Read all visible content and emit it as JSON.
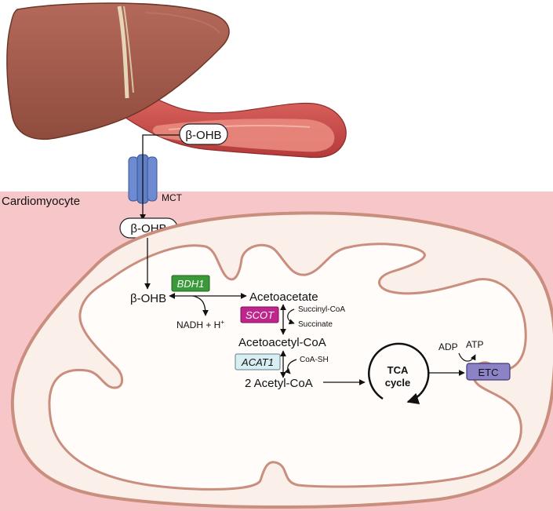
{
  "cell_label": "Cardiomyocyte",
  "transporter_label": "MCT",
  "blood_metabolite": "β-OHB",
  "cytosol_metabolite": "β-OHB",
  "mito": {
    "bohb": "β-OHB",
    "nadh": "NADH + H",
    "nadh_sup": "+",
    "acetoacetate": "Acetoacetate",
    "succinyl_coa": "Succinyl-CoA",
    "succinate": "Succinate",
    "acetoacetyl_coa": "Acetoacetyl-CoA",
    "coa_sh": "CoA-SH",
    "acetyl_coa": "2 Acetyl-CoA",
    "tca_line1": "TCA",
    "tca_line2": "cycle",
    "adp": "ADP",
    "atp": "ATP",
    "etc": "ETC"
  },
  "enzymes": {
    "bdh1": "BDH1",
    "scot": "SCOT",
    "acat1": "ACAT1"
  },
  "colors": {
    "cell_bg": "#f6c6c8",
    "mito_fill": "#fbefea",
    "mito_stroke": "#c98e7d",
    "liver": "#a55d4a",
    "vessel": "#c94a4a",
    "bdh1": "#3a9a3a",
    "scot": "#c0258b",
    "acat1": "#d9eef2",
    "etc": "#8b83c6",
    "mct": "#5f7fc6",
    "gallbladder": "#4f9a57"
  }
}
